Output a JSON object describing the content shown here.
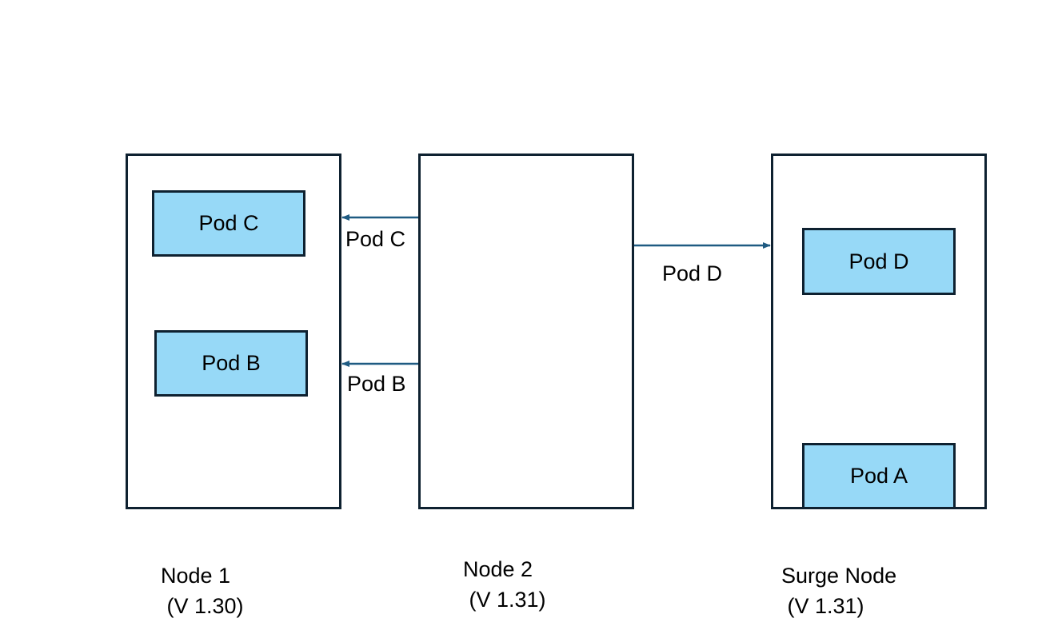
{
  "nodes": [
    {
      "name": "Node 1",
      "version": " (V 1.30)",
      "pods": [
        "Pod C",
        "Pod B"
      ]
    },
    {
      "name": "Node 2",
      "version": " (V 1.31)",
      "pods": []
    },
    {
      "name": "Surge Node",
      "version": " (V 1.31)",
      "pods": [
        "Pod D",
        "Pod A"
      ]
    }
  ],
  "migrations": [
    {
      "label": "Pod C",
      "from": "Node 2",
      "to": "Node 1"
    },
    {
      "label": "Pod B",
      "from": "Node 2",
      "to": "Node 1"
    },
    {
      "label": "Pod D",
      "from": "Node 2",
      "to": "Surge Node"
    }
  ],
  "colors": {
    "pod_fill": "#97d9f7",
    "border": "#0e2130",
    "arrow": "#1f5b82"
  }
}
